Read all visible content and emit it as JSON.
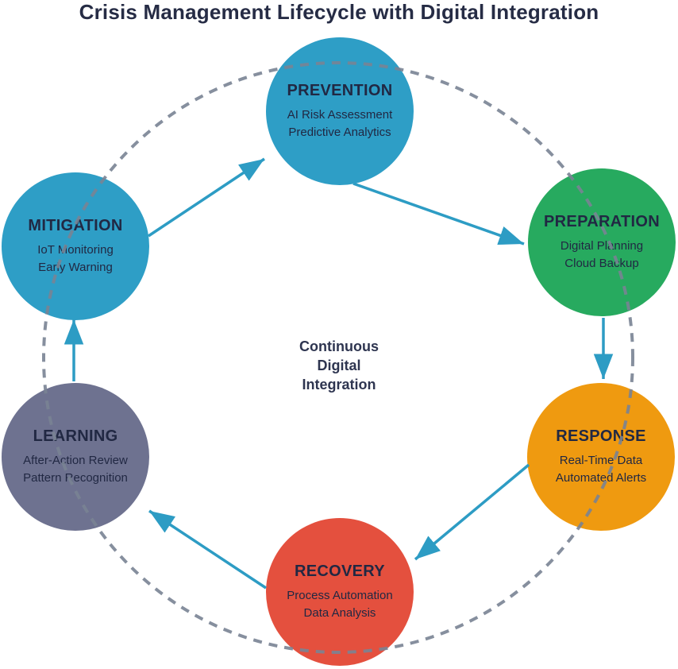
{
  "title": "Crisis Management Lifecycle with Digital Integration",
  "center_label": {
    "lines": [
      "Continuous",
      "Digital",
      "Integration"
    ]
  },
  "stages": [
    {
      "id": "prevention",
      "name": "PREVENTION",
      "details": [
        "AI Risk Assessment",
        "Predictive Analytics"
      ],
      "color": "#2E9EC6"
    },
    {
      "id": "preparation",
      "name": "PREPARATION",
      "details": [
        "Digital Planning",
        "Cloud Backup"
      ],
      "color": "#27AA5F"
    },
    {
      "id": "response",
      "name": "RESPONSE",
      "details": [
        "Real-Time Data",
        "Automated Alerts"
      ],
      "color": "#EF9A10"
    },
    {
      "id": "recovery",
      "name": "RECOVERY",
      "details": [
        "Process Automation",
        "Data Analysis"
      ],
      "color": "#E4503E"
    },
    {
      "id": "learning",
      "name": "LEARNING",
      "details": [
        "After-Action Review",
        "Pattern Recognition"
      ],
      "color": "#6E7290"
    },
    {
      "id": "mitigation",
      "name": "MITIGATION",
      "details": [
        "IoT Monitoring",
        "Early Warning"
      ],
      "color": "#2E9EC6"
    }
  ],
  "colors": {
    "title_text": "#262C45",
    "stage_text": "#212843",
    "center_text": "#2E3550",
    "arrow": "#2D9CC4",
    "dashed_ring": "#798394",
    "background": "#FFFFFF"
  }
}
